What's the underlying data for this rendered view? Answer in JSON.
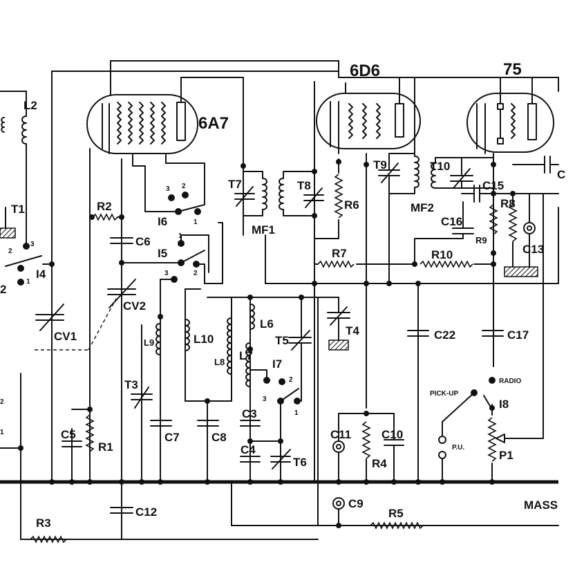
{
  "tubes": {
    "t1": "6A7",
    "t2": "6D6",
    "t3": "75"
  },
  "labels": {
    "L2": "L2",
    "T1": "T1",
    "I4": "I4",
    "R2": "R2",
    "C6": "C6",
    "I6": "I6",
    "I5": "I5",
    "CV1": "CV1",
    "CV2": "CV2",
    "L9": "L9",
    "L10": "L10",
    "T3": "T3",
    "C5": "C5",
    "R1": "R1",
    "C7": "C7",
    "C8": "C8",
    "L8": "L8",
    "L7": "L7",
    "L6": "L6",
    "T5": "T5",
    "T4": "T4",
    "I7": "I7",
    "C3": "C3",
    "C4": "C4",
    "T6": "T6",
    "T7": "T7",
    "T8": "T8",
    "MF1": "MF1",
    "R6": "R6",
    "R7": "R7",
    "T9": "T9",
    "T10": "T10",
    "MF2": "MF2",
    "C15": "C15",
    "C16": "C16",
    "R8": "R8",
    "R9": "R9",
    "C13": "C13",
    "R10": "R10",
    "C22": "C22",
    "C17": "C17",
    "RADIO": "RADIO",
    "PICKUP": "PICK-UP",
    "I8": "I8",
    "PU": "P.U.",
    "P1": "P1",
    "C11": "C11",
    "C10": "C10",
    "R4": "R4",
    "C9": "C9",
    "R5": "R5",
    "R3": "R3",
    "C12": "C12",
    "MASS": "MASS",
    "Cright": "C",
    "sw_1": "1",
    "sw_2": "2",
    "sw_3": "3"
  }
}
